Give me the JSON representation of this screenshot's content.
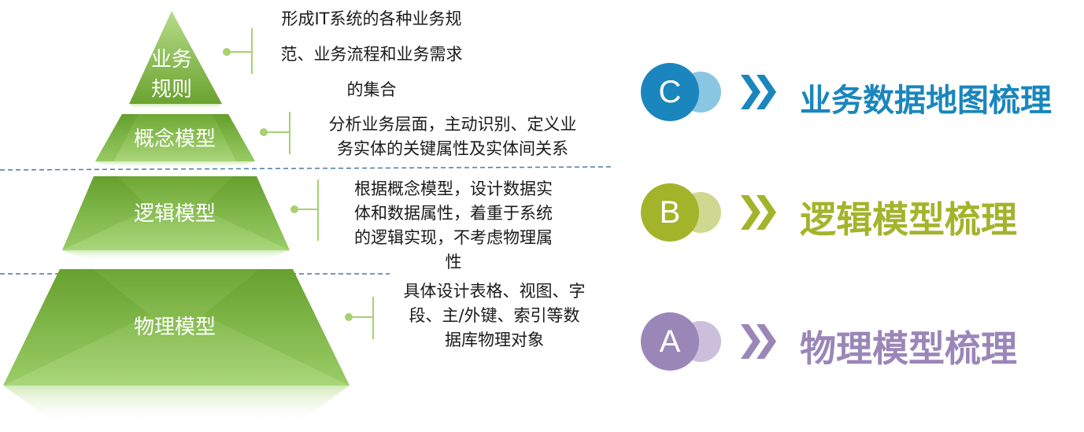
{
  "levels": [
    {
      "label_lines": [
        "业务",
        "规则"
      ],
      "desc_lines": [
        "形成IT系统的各种业务规",
        "范、业务流程和业务需求",
        "的集合"
      ]
    },
    {
      "label_lines": [
        "概念模型"
      ],
      "desc_lines": [
        "分析业务层面，主动识别、定义业",
        "务实体的关键属性及实体间关系"
      ]
    },
    {
      "label_lines": [
        "逻辑模型"
      ],
      "desc_lines": [
        "根据概念模型，设计数据实",
        "体和数据属性，着重于系统",
        "的逻辑实现，不考虑物理属",
        "性"
      ]
    },
    {
      "label_lines": [
        "物理模型"
      ],
      "desc_lines": [
        "具体设计表格、视图、字",
        "段、主/外键、索引等数",
        "据库物理对象"
      ]
    }
  ],
  "steps": [
    {
      "letter": "C",
      "title": "业务数据地图梳理",
      "color": "#1a86bd",
      "light": "#89c6e1",
      "arrow_color": "#1a86bd"
    },
    {
      "letter": "B",
      "title": "逻辑模型梳理",
      "color": "#a3b42b",
      "light": "#cfd890",
      "arrow_color": "#a3b42b"
    },
    {
      "letter": "A",
      "title": "物理模型梳理",
      "color": "#9b86b8",
      "light": "#cbbfdb",
      "arrow_color": "#9b86b8"
    }
  ],
  "colors": {
    "pyramid_dark": "#6aa82f",
    "pyramid_light": "#c4e3a0",
    "bracket": "#a6d16f",
    "dashed_line": "#4a7aa6"
  }
}
